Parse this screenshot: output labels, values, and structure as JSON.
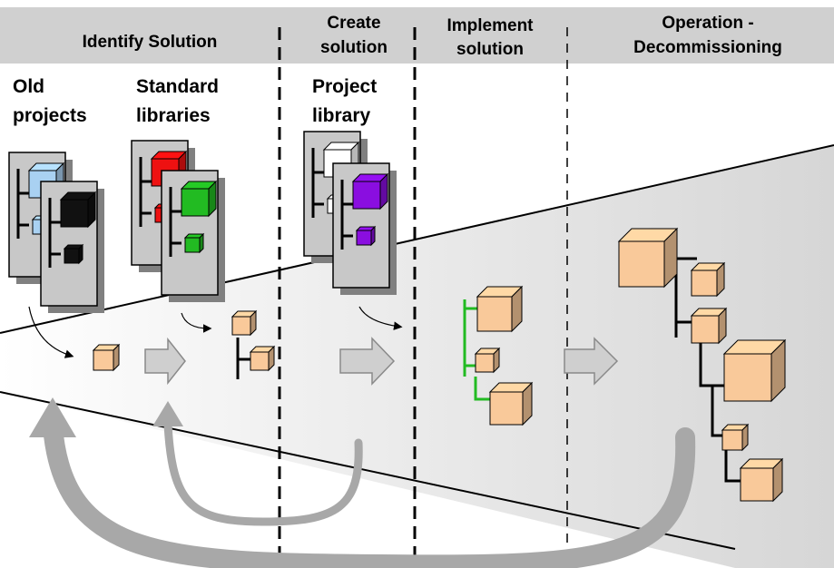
{
  "colors": {
    "header_band": "#d0d0d0",
    "funnel_light": "#f2f2f2",
    "funnel_dark": "#dcdcdc",
    "card": "#c8c8c8",
    "cube_peach": "#f9c99a",
    "cube_blue": "#a9d1f2",
    "cube_red": "#ee1111",
    "cube_green": "#22bb22",
    "cube_purple": "#8a0ee0",
    "green_tree": "#22bb22",
    "loop_arrow": "#a8a8a8"
  },
  "phases": {
    "identify": "Identify Solution",
    "create_line1": "Create",
    "create_line2": "solution",
    "implement_line1": "Implement",
    "implement_line2": "solution",
    "operation_line1": "Operation -",
    "operation_line2": "Decommissioning"
  },
  "sources": {
    "old_projects_line1": "Old",
    "old_projects_line2": "projects",
    "standard_libraries_line1": "Standard",
    "standard_libraries_line2": "libraries",
    "project_library_line1": "Project",
    "project_library_line2": "library"
  }
}
